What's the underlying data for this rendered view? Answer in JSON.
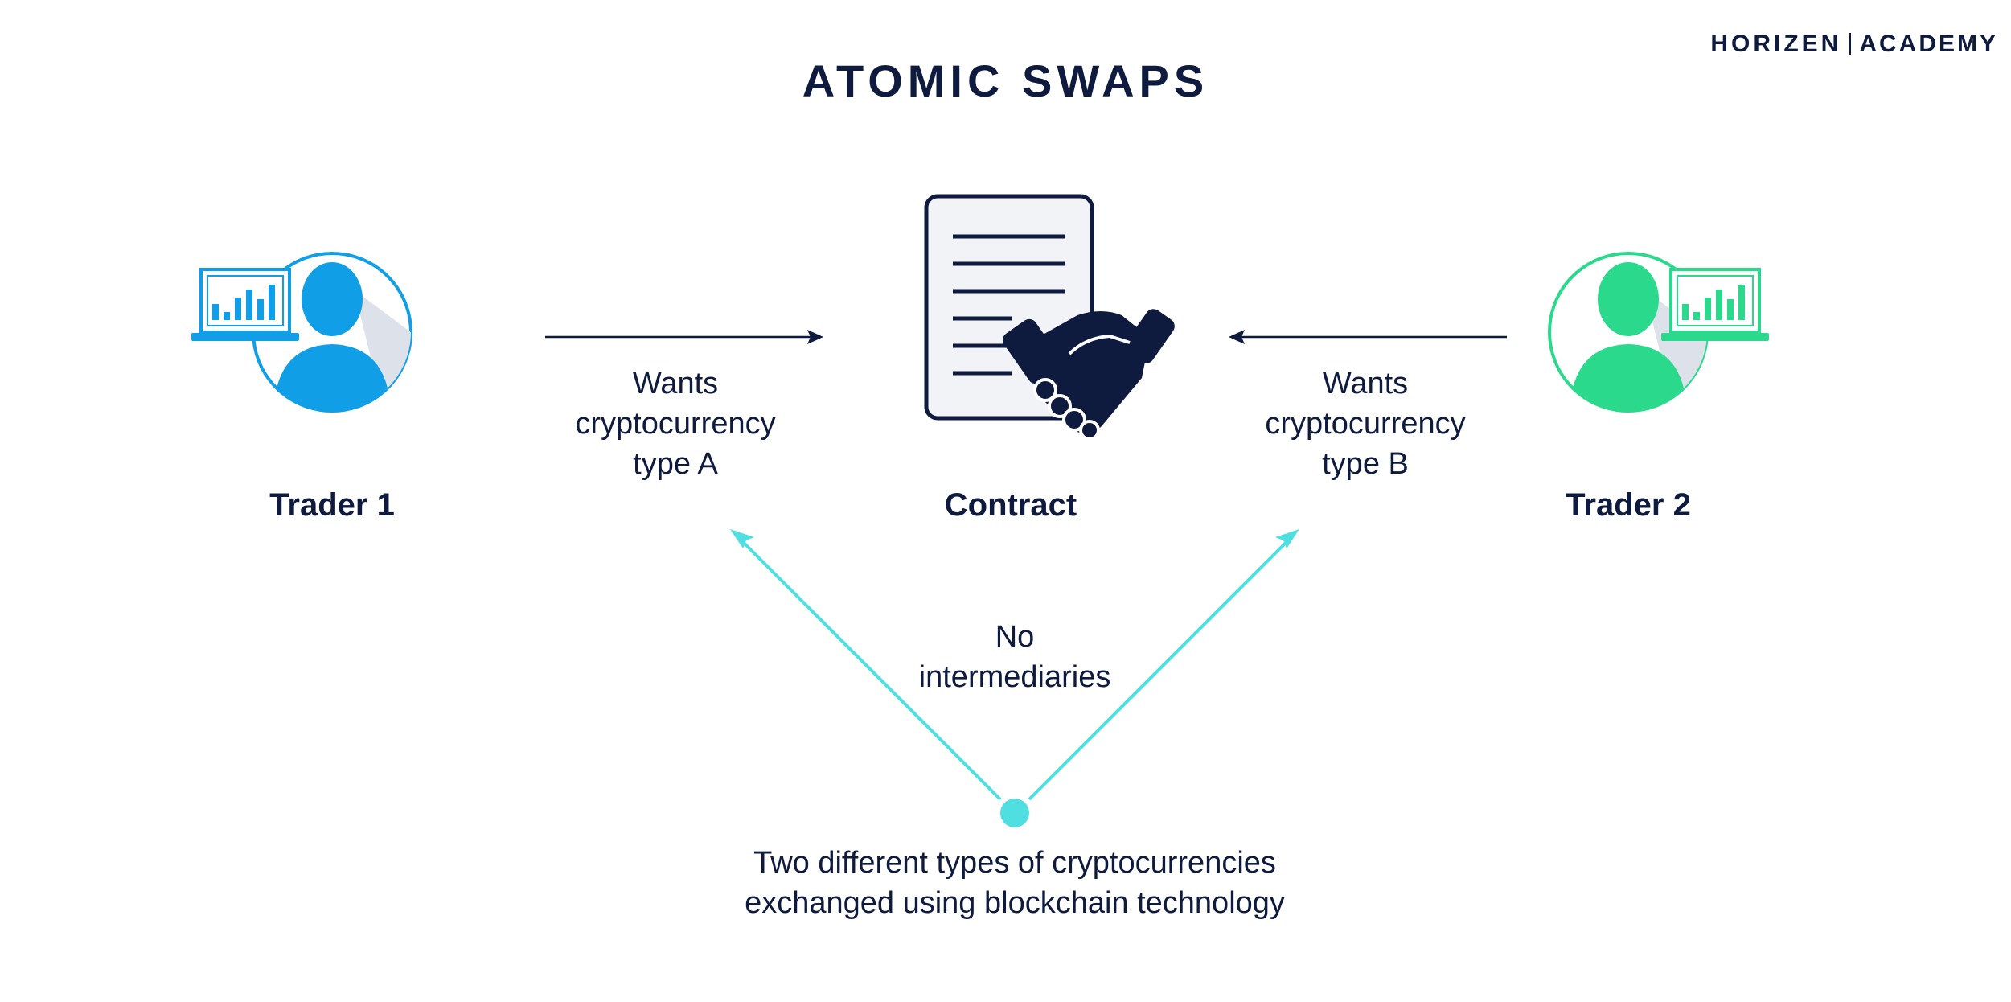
{
  "title": "ATOMIC SWAPS",
  "logo": {
    "brand": "HORIZEN",
    "sub": "ACADEMY"
  },
  "trader1": {
    "label": "Trader 1",
    "icon": "user-laptop-icon",
    "color": "#109ee6"
  },
  "trader2": {
    "label": "Trader 2",
    "icon": "user-laptop-icon",
    "color": "#2ad98c"
  },
  "contract": {
    "label": "Contract",
    "icon": "contract-handshake-icon"
  },
  "arrow_left": {
    "line1": "Wants",
    "line2": "cryptocurrency",
    "line3": "type A"
  },
  "arrow_right": {
    "line1": "Wants",
    "line2": "cryptocurrency",
    "line3": "type B"
  },
  "no_intermediaries": {
    "line1": "No",
    "line2": "intermediaries"
  },
  "footer": {
    "line1": "Two different types of cryptocurrencies",
    "line2": "exchanged using blockchain technology"
  },
  "colors": {
    "navy": "#0e1a3e",
    "teal": "#4fdfe0",
    "paper": "#f1f3f6"
  }
}
